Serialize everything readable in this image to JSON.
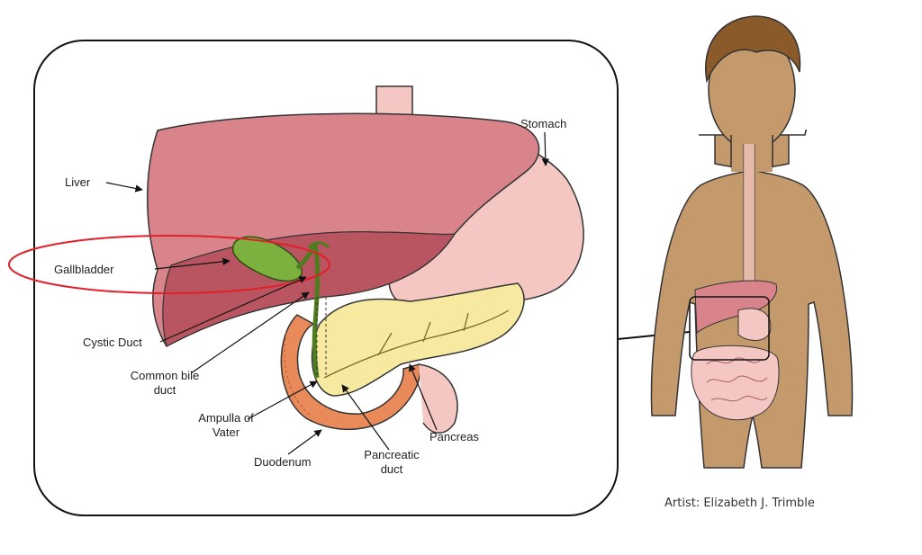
{
  "labels": {
    "liver": "Liver",
    "stomach": "Stomach",
    "gallbladder": "Gallbladder",
    "cystic_duct": "Cystic Duct",
    "common_bile_duct_1": "Common bile",
    "common_bile_duct_2": "duct",
    "ampulla_1": "Ampulla of",
    "ampulla_2": "Vater",
    "duodenum": "Duodenum",
    "pancreatic_duct_1": "Pancreatic",
    "pancreatic_duct_2": "duct",
    "pancreas": "Pancreas"
  },
  "credit": "Artist: Elizabeth J. Trimble",
  "colors": {
    "liver": "#d9848b",
    "liver_dark": "#b85560",
    "stomach": "#f4c7c3",
    "gallbladder": "#7cb13f",
    "pancreas": "#f7eaa0",
    "duodenum": "#e98a5a",
    "skin": "#c49a6c",
    "hair": "#8a5a2b",
    "highlight": "#e0202a"
  }
}
